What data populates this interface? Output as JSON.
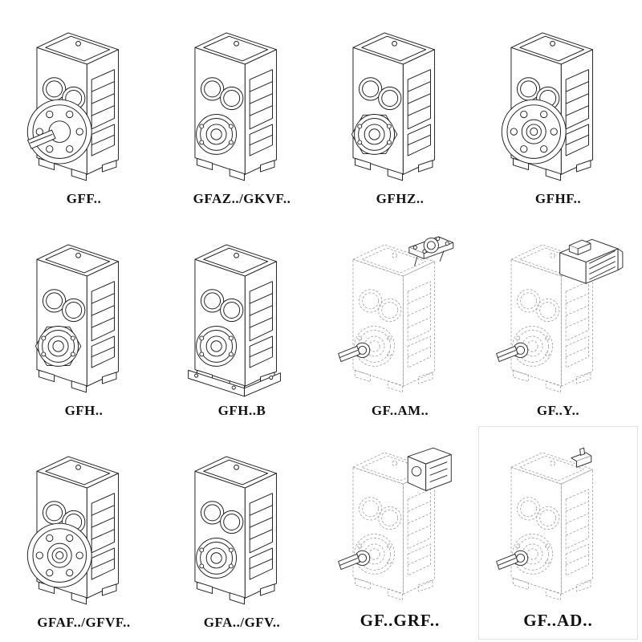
{
  "page": {
    "type": "gear-reducer-catalog-sheet",
    "background": "#ffffff",
    "ink_color": "#1d1d1d",
    "phantom_line_color": "#a2a2a2"
  },
  "items": [
    {
      "label": "GFF..",
      "drawing": "solid-gear-unit-output-flange-solid-shaft"
    },
    {
      "label": "GFAZ../GKVF..",
      "drawing": "solid-gear-unit-hollow-shaft-bearing"
    },
    {
      "label": "GFHZ..",
      "drawing": "solid-gear-unit-hollow-shaft-hex-boss"
    },
    {
      "label": "GFHF..",
      "drawing": "solid-gear-unit-bolted-flange-hollow-bore"
    },
    {
      "label": "GFH..",
      "drawing": "solid-gear-unit-hollow-shaft-hex-boss"
    },
    {
      "label": "GFH..B",
      "drawing": "solid-gear-unit-hollow-shaft-baseplate"
    },
    {
      "label": "GF..AM..",
      "drawing": "phantom-gear-unit-with-input-flange-adapter"
    },
    {
      "label": "GF..Y..",
      "drawing": "phantom-gear-unit-with-mounted-motor"
    },
    {
      "label": "GFAF../GFVF..",
      "drawing": "solid-gear-unit-bolted-flange-hollow-bore"
    },
    {
      "label": "GFA../GFV..",
      "drawing": "solid-gear-unit-hollow-shaft-bearing"
    },
    {
      "label": "GF..GRF..",
      "drawing": "phantom-gear-unit-with-adapter-housing"
    },
    {
      "label": "GF..AD..",
      "drawing": "phantom-gear-unit-with-input-shaft-stub"
    }
  ]
}
